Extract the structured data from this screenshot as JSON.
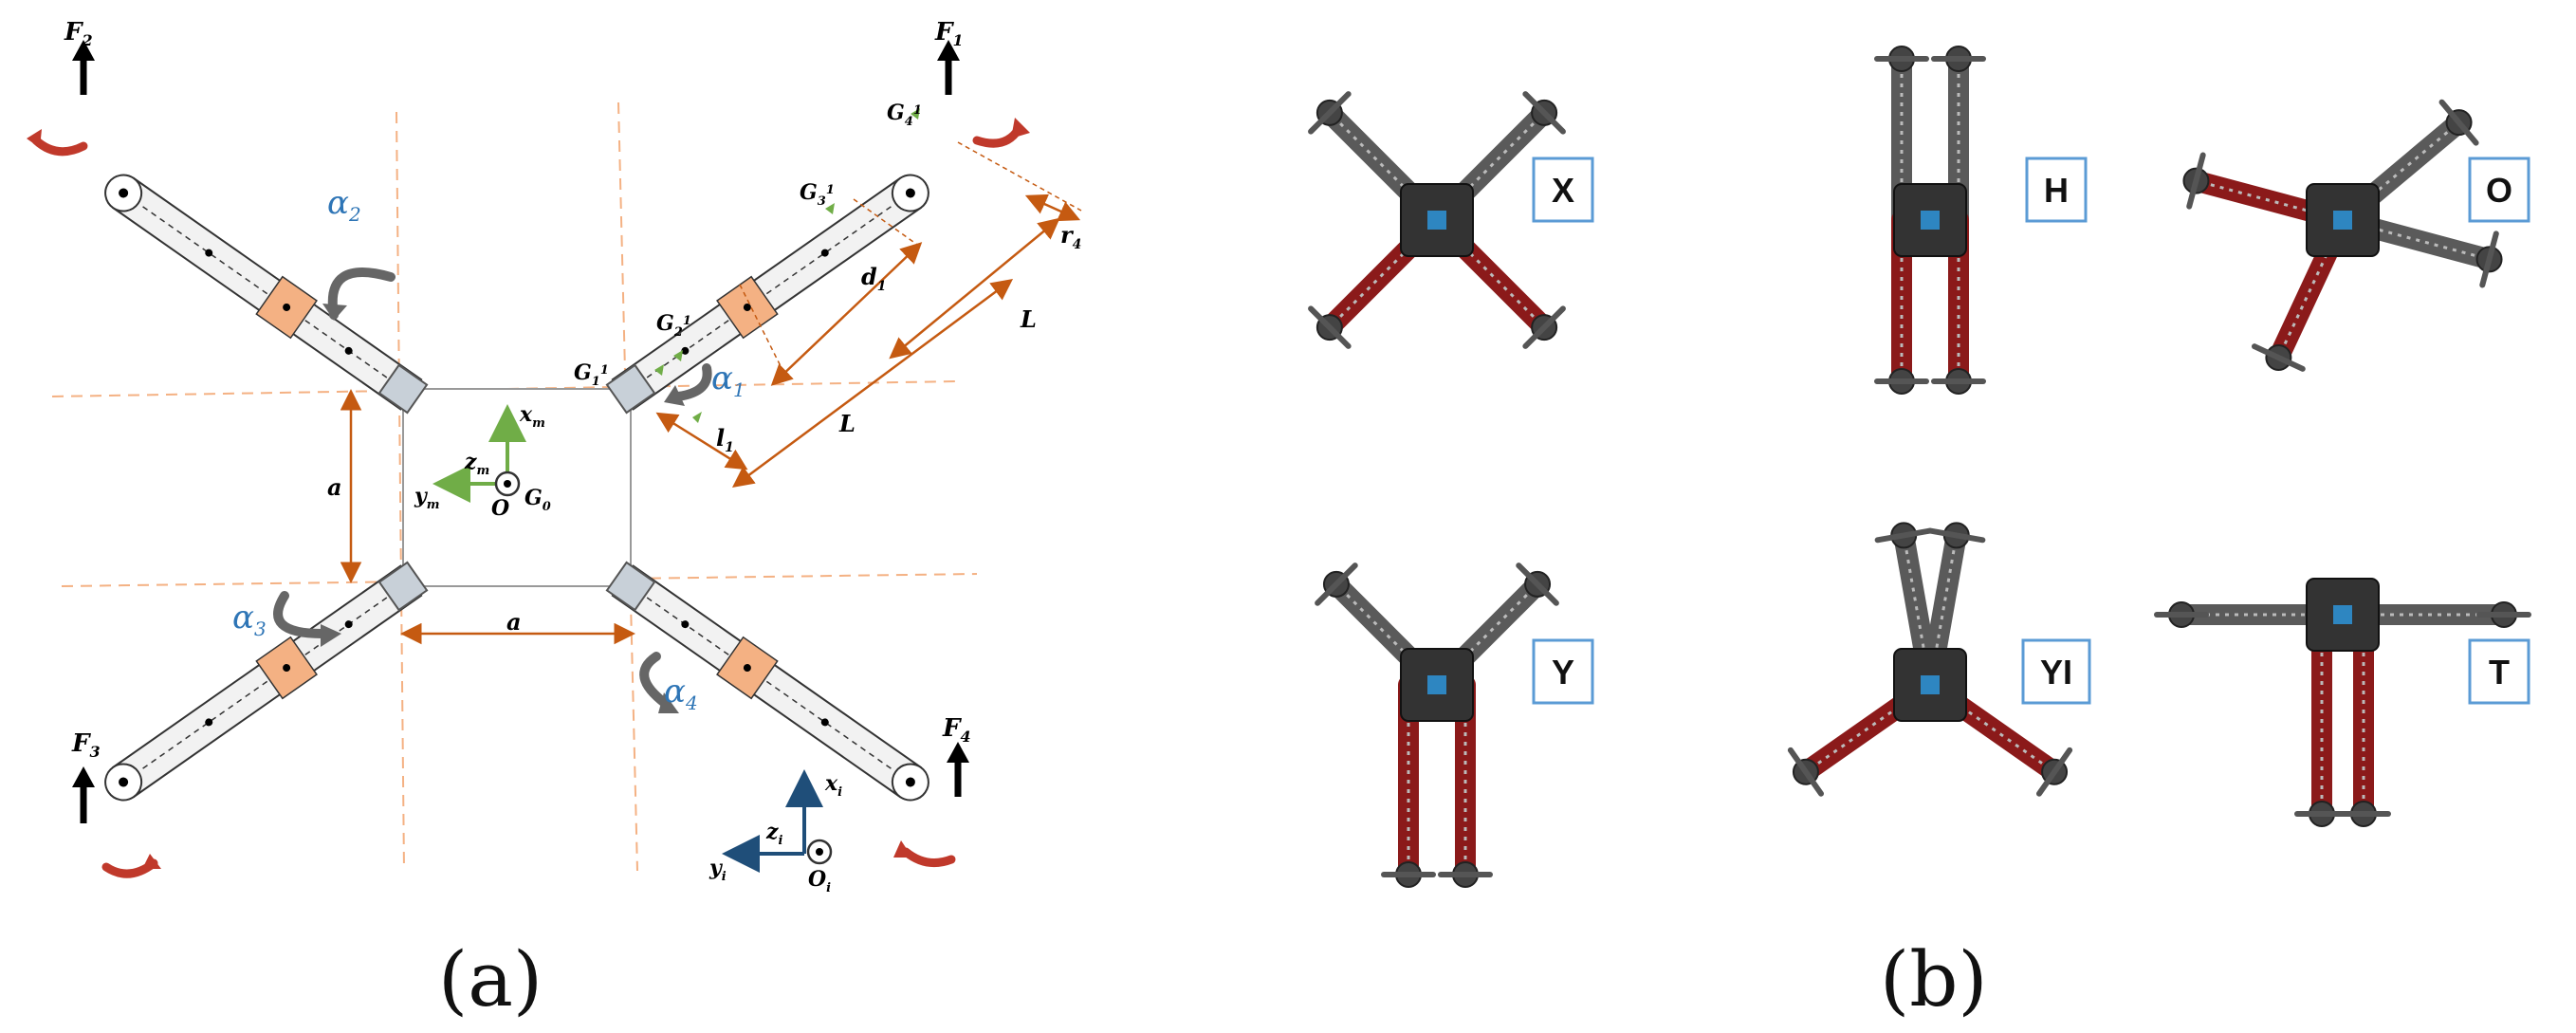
{
  "panel_a": {
    "forces": [
      "F",
      "F",
      "F",
      "F"
    ],
    "force_subs": [
      "1",
      "2",
      "3",
      "4"
    ],
    "alphas": [
      "α",
      "α",
      "α",
      "α"
    ],
    "alpha_subs": [
      "1",
      "2",
      "3",
      "4"
    ],
    "g_labels": [
      "G",
      "G",
      "G",
      "G"
    ],
    "g_subs": [
      "1",
      "2",
      "3",
      "4"
    ],
    "g_marks": [
      "1",
      "1",
      "1",
      "1"
    ],
    "a_labels": [
      "a",
      "a"
    ],
    "L_labels": [
      "L",
      "L"
    ],
    "d_label": "d",
    "d_sub": "1",
    "l_label": "l",
    "l_sub": "1",
    "r_label": "r",
    "r_sub": "4",
    "body_frame": {
      "x": "x",
      "x_sub": "m",
      "y": "y",
      "y_sub": "m",
      "z": "z",
      "z_sub": "m",
      "origin": "O",
      "g0": "G",
      "g0_sub": "0"
    },
    "inertial_frame": {
      "x": "x",
      "x_sub": "i",
      "y": "y",
      "y_sub": "i",
      "z": "z",
      "z_sub": "i",
      "origin": "O",
      "origin_sub": "i"
    },
    "colors": {
      "arm": "#f2f2f2",
      "arm_stroke": "#333333",
      "motor_block": "#F4B183",
      "dashed": "#F4B183",
      "dim": "#C55A11",
      "rotation": "#C0392B",
      "body_axis": "#70AD47",
      "inertial_axis": "#1F4E79",
      "alpha_text": "#2E75B6"
    }
  },
  "panel_b": {
    "configs": [
      "X",
      "H",
      "O",
      "Y",
      "YI",
      "T"
    ],
    "colors": {
      "frame": "#333333",
      "arm_grey": "#5a5a5a",
      "arm_red": "#8B1A1A",
      "box_border": "#5B9BD5"
    }
  },
  "captions": [
    "(a)",
    "(b)"
  ]
}
